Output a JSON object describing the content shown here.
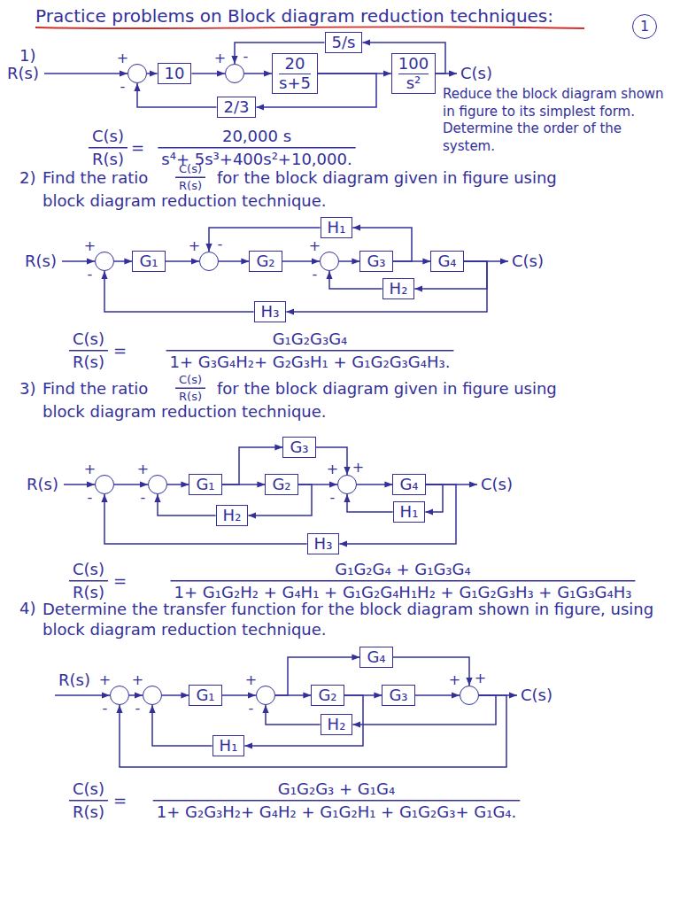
{
  "diagram": {
    "title": "Practice problems on Block diagram reduction techniques:",
    "nodes": [
      {
        "text": [
          "1"
        ]
      },
      {
        "text": [
          "5/s"
        ]
      },
      {
        "text": [
          "+",
          "-"
        ]
      },
      {
        "text": [
          "10"
        ]
      },
      {
        "text": [
          "+",
          "-"
        ]
      },
      {
        "text": [
          "20",
          "s+5"
        ]
      },
      {
        "text": [
          "100",
          "s²"
        ]
      },
      {
        "text": [
          "2/3"
        ]
      },
      {
        "text": [
          "H₁"
        ]
      },
      {
        "text": [
          "+",
          "-"
        ]
      },
      {
        "text": [
          "G₁"
        ]
      },
      {
        "text": [
          "+",
          "-"
        ]
      },
      {
        "text": [
          "G₂"
        ]
      },
      {
        "text": [
          "+",
          "-"
        ]
      },
      {
        "text": [
          "G₃"
        ]
      },
      {
        "text": [
          "G₄"
        ]
      },
      {
        "text": [
          "H₂"
        ]
      },
      {
        "text": [
          "H₃"
        ]
      },
      {
        "text": [
          "G₃"
        ]
      },
      {
        "text": [
          "+",
          "-"
        ]
      },
      {
        "text": [
          "+",
          "-"
        ]
      },
      {
        "text": [
          "G₁"
        ]
      },
      {
        "text": [
          "G₂"
        ]
      },
      {
        "text": [
          "+",
          "+",
          "-"
        ]
      },
      {
        "text": [
          "G₄"
        ]
      },
      {
        "text": [
          "H₂"
        ]
      },
      {
        "text": [
          "H₁"
        ]
      },
      {
        "text": [
          "H₃"
        ]
      },
      {
        "text": [
          "G₄"
        ]
      },
      {
        "text": [
          "+",
          "-"
        ]
      },
      {
        "text": [
          "+",
          "-"
        ]
      },
      {
        "text": [
          "G₁"
        ]
      },
      {
        "text": [
          "+",
          "-"
        ]
      },
      {
        "text": [
          "G₂"
        ]
      },
      {
        "text": [
          "G₃"
        ]
      },
      {
        "text": [
          "+",
          "+"
        ]
      },
      {
        "text": [
          "H₂"
        ]
      },
      {
        "text": [
          "H₁"
        ]
      }
    ],
    "edges": [
      {
        "from": 2,
        "to": 3,
        "arrow": "to"
      },
      {
        "from": 3,
        "to": 4,
        "arrow": "to"
      },
      {
        "from": 4,
        "to": 5,
        "arrow": "to"
      },
      {
        "from": 5,
        "to": 6,
        "arrow": "to"
      },
      {
        "from": 6,
        "to": 1,
        "arrow": "to"
      },
      {
        "from": 1,
        "to": 4,
        "arrow": "to"
      },
      {
        "from": 5,
        "to": 7,
        "arrow": "to"
      },
      {
        "from": 7,
        "to": 2,
        "arrow": "to"
      },
      {
        "from": 9,
        "to": 10,
        "arrow": "to"
      },
      {
        "from": 10,
        "to": 11,
        "arrow": "to"
      },
      {
        "from": 11,
        "to": 12,
        "arrow": "to"
      },
      {
        "from": 12,
        "to": 13,
        "arrow": "to"
      },
      {
        "from": 13,
        "to": 14,
        "arrow": "to"
      },
      {
        "from": 14,
        "to": 15,
        "arrow": "to"
      },
      {
        "from": 14,
        "to": 8,
        "arrow": "to"
      },
      {
        "from": 8,
        "to": 11,
        "arrow": "to"
      },
      {
        "from": 15,
        "to": 16,
        "arrow": "to"
      },
      {
        "from": 16,
        "to": 13,
        "arrow": "to"
      },
      {
        "from": 15,
        "to": 17,
        "arrow": "to"
      },
      {
        "from": 17,
        "to": 9,
        "arrow": "to"
      },
      {
        "from": 19,
        "to": 20,
        "arrow": "to"
      },
      {
        "from": 20,
        "to": 21,
        "arrow": "to"
      },
      {
        "from": 21,
        "to": 22,
        "arrow": "to"
      },
      {
        "from": 21,
        "to": 18,
        "arrow": "to"
      },
      {
        "from": 22,
        "to": 23,
        "arrow": "to"
      },
      {
        "from": 18,
        "to": 23,
        "arrow": "to"
      },
      {
        "from": 23,
        "to": 24,
        "arrow": "to"
      },
      {
        "from": 24,
        "to": 26,
        "arrow": "to"
      },
      {
        "from": 26,
        "to": 23,
        "arrow": "to"
      },
      {
        "from": 22,
        "to": 25,
        "arrow": "to"
      },
      {
        "from": 25,
        "to": 20,
        "arrow": "to"
      },
      {
        "from": 24,
        "to": 27,
        "arrow": "to"
      },
      {
        "from": 27,
        "to": 19,
        "arrow": "to"
      },
      {
        "from": 29,
        "to": 30,
        "arrow": "to"
      },
      {
        "from": 30,
        "to": 31,
        "arrow": "to"
      },
      {
        "from": 31,
        "to": 32,
        "arrow": "to"
      },
      {
        "from": 32,
        "to": 33,
        "arrow": "to"
      },
      {
        "from": 32,
        "to": 28,
        "arrow": "to"
      },
      {
        "from": 33,
        "to": 34,
        "arrow": "to"
      },
      {
        "from": 28,
        "to": 35,
        "arrow": "to"
      },
      {
        "from": 34,
        "to": 35,
        "arrow": "to"
      },
      {
        "from": 33,
        "to": 37,
        "arrow": "to"
      },
      {
        "from": 37,
        "to": 30,
        "arrow": "to"
      },
      {
        "from": 35,
        "to": 36,
        "arrow": "to"
      },
      {
        "from": 36,
        "to": 32,
        "arrow": "to"
      },
      {
        "from": 35,
        "to": 29,
        "arrow": "to"
      }
    ],
    "labels": [
      "1)",
      "R(s)",
      "C(s)",
      "Reduce the block diagram shown in figure to its simplest form. Determine the order of the system.",
      "C(s)",
      "R(s)",
      "=",
      "20,000 s",
      "s⁴+ 5s³+400s²+10,000.",
      "2)",
      "Find the ratio",
      "C(s)",
      "R(s)",
      "for the block diagram given in figure using",
      "block diagram reduction technique.",
      "R(s)",
      "C(s)",
      "C(s)",
      "R(s)",
      "=",
      "G₁G₂G₃G₄",
      "1+ G₃G₄H₂+ G₂G₃H₁ + G₁G₂G₃G₄H₃.",
      "3)",
      "Find the ratio",
      "C(s)",
      "R(s)",
      "for the block diagram given in figure using",
      "block diagram reduction technique.",
      "R(s)",
      "C(s)",
      "C(s)",
      "R(s)",
      "=",
      "G₁G₂G₄ + G₁G₃G₄",
      "1+ G₁G₂H₂ + G₄H₁ + G₁G₂G₄H₁H₂ + G₁G₂G₃H₃ + G₁G₃G₄H₃",
      "4)",
      "Determine the transfer function for the block diagram shown in figure, using block diagram reduction technique.",
      "R(s)",
      "C(s)",
      "C(s)",
      "R(s)",
      "=",
      "G₁G₂G₃ + G₁G₄",
      "1+ G₂G₃H₂+ G₄H₂ + G₁G₂H₁ + G₁G₂G₃+ G₁G₄."
    ]
  }
}
